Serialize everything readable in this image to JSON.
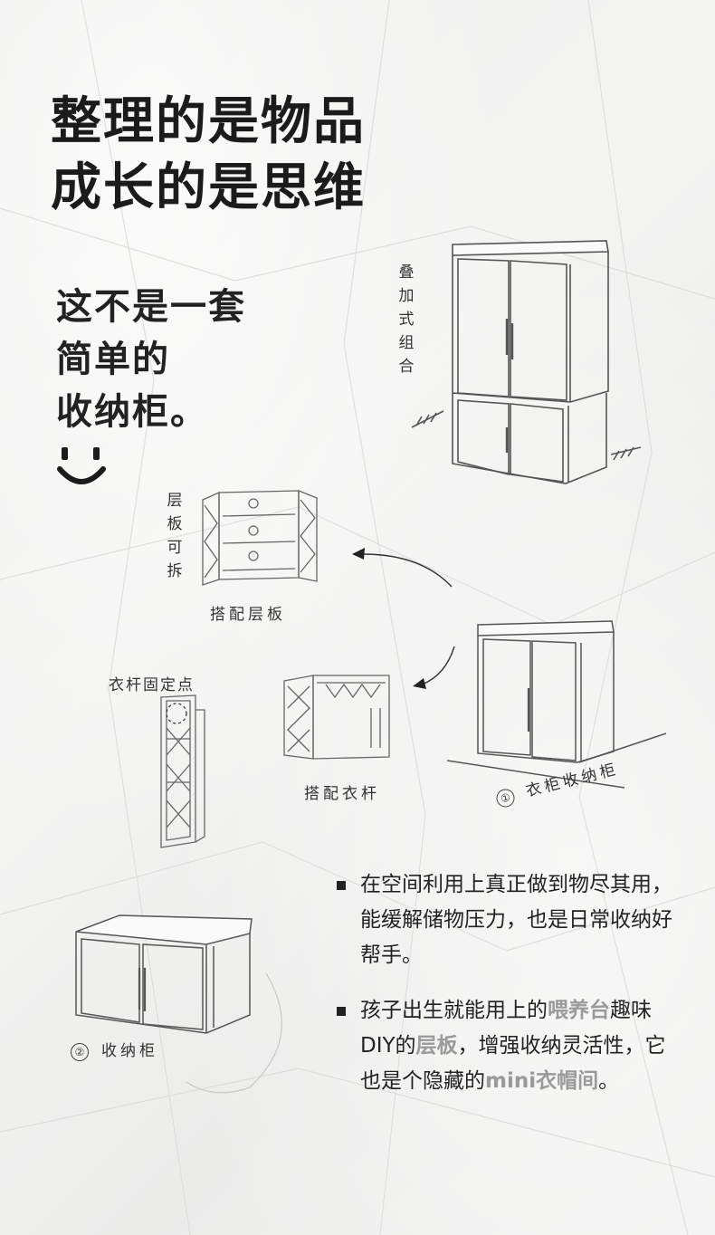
{
  "headline": {
    "line1": "整理的是物品",
    "line2": "成长的是思维"
  },
  "subhead": {
    "line1": "这不是一套",
    "line2": "简单的",
    "line3": "收纳柜。"
  },
  "annotations": {
    "stacked": [
      "叠",
      "加",
      "式",
      "组",
      "合"
    ],
    "shelf_removable": [
      "层",
      "板",
      "可",
      "拆"
    ],
    "with_shelf": "搭配层板",
    "rod_fixing_point": "衣杆固定点",
    "with_rod": "搭配衣杆",
    "wardrobe_number": "①",
    "wardrobe_label": "衣柜收纳柜",
    "storage_number": "②",
    "storage_label": "收纳柜"
  },
  "bullets": {
    "item1": "在空间利用上真正做到物尽其用，能缓解储物压力，也是日常收纳好帮手。",
    "item2_part1": "孩子出生就能用上的",
    "item2_hl1": "喂养台",
    "item2_part2": "趣味DIY的",
    "item2_hl2": "层板",
    "item2_part3": "，增强收纳灵活性，它也是个隐藏的",
    "item2_hl3": "mini衣帽间",
    "item2_part4": "。"
  },
  "colors": {
    "ink": "#1b1b1b",
    "highlight": "#9a9a9a",
    "paper": "#f1f1f0"
  }
}
